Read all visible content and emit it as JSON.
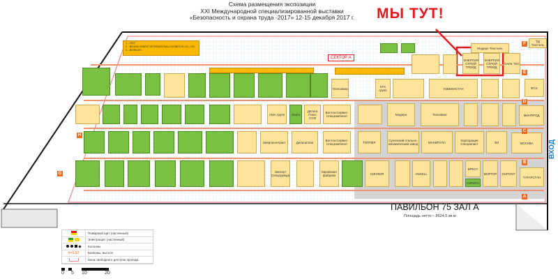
{
  "header": {
    "title_line1": "Схема размещения экспозиции",
    "title_line2": "XXI Международной специализированной выставки",
    "title_line3": "«Безопасность и охрана труда -2017»  12-15 декабря 2017 г.",
    "we_are_here": "МЫ ТУТ!"
  },
  "colors": {
    "accent": "#e8161b",
    "booth_yellow": "#fde49a",
    "booth_green": "#7ac143",
    "aisle": "#f0916e",
    "entrance": "#1a7bd0"
  },
  "sector_label": "СЕКТОР А",
  "info_box": [
    "1 – CIEC",
    "2 – BEIJING WIDEST INTERNATIONAL EXHIBITION CO., LTD",
    "3 – ВИЭКСПО"
  ],
  "pavilion": {
    "name": "ПАВИЛЬОН 75 ЗАЛ А",
    "area": "Площадь нетто – 8624,5 кв.м",
    "entrance": "ВХОД"
  },
  "booths": {
    "modern_textile": "Модерн Текстиль",
    "td_textile": "ТД Текстиль",
    "b_here1": "ЭНЕРГИЯ СТРОЙ ТРЕЙД",
    "b_here2": "ЭНЕРГИЯ СТРОЙ ТРЕЙД",
    "safe_tec": "SAFE TEC",
    "uzbek": "УЗБЕКИСТАН",
    "egk": "ЕГК групп",
    "fss": "ФСС",
    "texnoavia": "Техноавиа",
    "vektor1": "Восток-Сервис-Спецкомплект",
    "delta": "Дельта Плюс СОФ",
    "oxata": "Охата",
    "ama": "АМА групп",
    "modern": "Модерн",
    "texnoving": "Техновинг",
    "minprod": "МИНПРОД",
    "energo": "Энергоконтракт",
    "deltaplan": "Дельтаплан",
    "vektor2": "Восток-Сервис-Спецкомплект",
    "topper": "ТОППЕР",
    "sukhon": "Сухонский стально-механический завод",
    "manipula": "МАНИПУЛА",
    "korp": "Корпорация Специалист",
    "3m": "3M",
    "moskva": "МОСКВА",
    "ekspert": "Эксперт Спецодежда",
    "kirov": "Кировская фабрика",
    "sinfia": "СИНФИЯ",
    "andell": "ANDELL",
    "mirtor": "МИРТОР",
    "dupont": "DUPONT",
    "tatarstan": "ТАТАРСТАН",
    "brest": "БРЕСТ",
    "sirius": "СИРИУС"
  },
  "row_markers": [
    "A",
    "B",
    "C",
    "D",
    "E",
    "F",
    "G",
    "H"
  ],
  "legend": {
    "fire": "Пожарный щит (настенный)",
    "electric": "Электрощит (настенный)",
    "columns": "Колонны",
    "balcony": "Балконы, высота",
    "height": "h=3.50",
    "free_zone": "Зона свободного доступа/ проезда"
  },
  "scale": [
    "0",
    "5",
    "10",
    "20"
  ]
}
